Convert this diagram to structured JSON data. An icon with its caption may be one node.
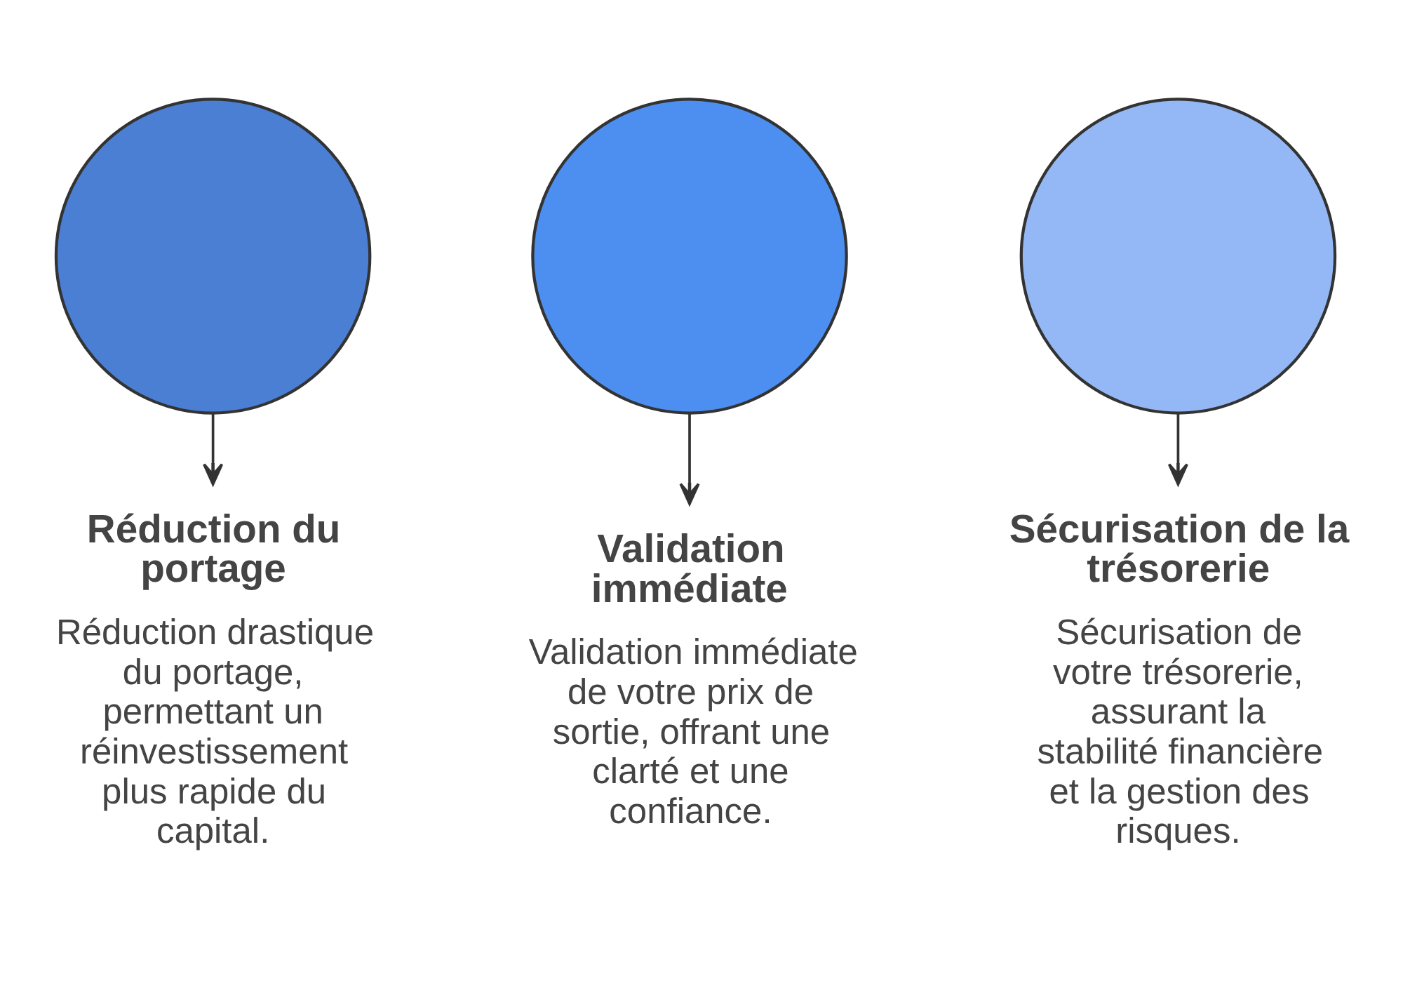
{
  "diagram": {
    "nodes": [
      {
        "text": [],
        "shape": "circle"
      },
      {
        "text": [],
        "shape": "circle"
      },
      {
        "text": [],
        "shape": "circle"
      },
      {
        "text": [
          "Réduction du portage",
          "Réduction drastique du portage, permettant un réinvestissement plus rapide du capital."
        ]
      },
      {
        "text": [
          "Validation immédiate",
          "Validation immédiate de votre prix de sortie, offrant une clarté et une confiance."
        ]
      },
      {
        "text": [
          "Sécurisation de la trésorerie",
          "Sécurisation de votre trésorerie, assurant la stabilité financière et la gestion des risques."
        ]
      }
    ],
    "edges": [
      {
        "from": 0,
        "to": 3,
        "arrow": "to"
      },
      {
        "from": 1,
        "to": 4,
        "arrow": "to"
      },
      {
        "from": 2,
        "to": 5,
        "arrow": "to"
      }
    ]
  }
}
